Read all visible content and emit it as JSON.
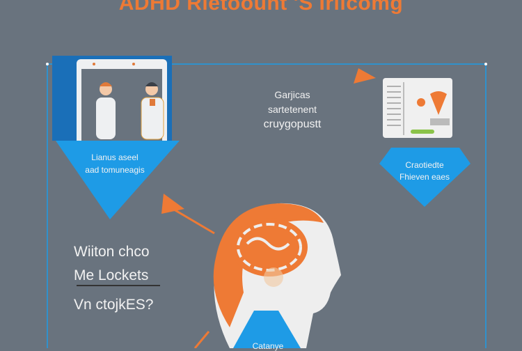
{
  "title": "ADHD Rietoount 'S Iriicomg",
  "doctor_panel": {
    "lines": [
      "Lianus aseel",
      "aad tomuneagis"
    ]
  },
  "center_text": {
    "lines": [
      "Garjicas",
      "sartetenent",
      "cruygopustt"
    ]
  },
  "right_diamond": {
    "lines": [
      "Craotiedte",
      "Fhieven eaes"
    ]
  },
  "left_question": {
    "line1": "Wiiton chco",
    "line2": "Me Lockets",
    "line3": "Vn ctojkES?"
  },
  "bottom_label": "Catanye",
  "colors": {
    "background": "#69737e",
    "accent_orange": "#ee7a35",
    "accent_blue": "#1e9be6",
    "panel_blue": "#1a6fb8"
  }
}
